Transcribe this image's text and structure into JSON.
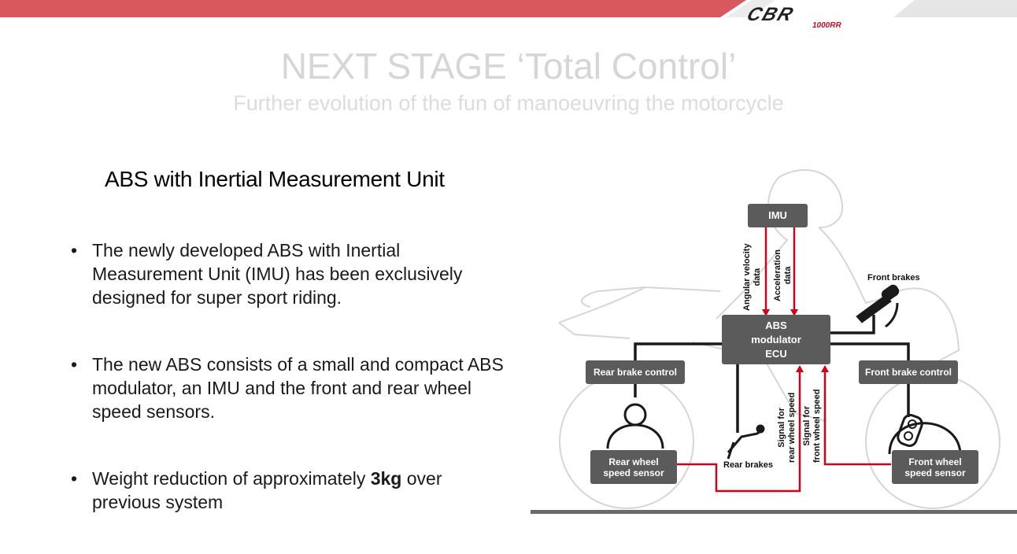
{
  "brand": {
    "logo_text": "CBR",
    "logo_subtext": "1000RR",
    "colors": {
      "bar_red": "#d9585e",
      "bar_grey": "#e6e6e6"
    }
  },
  "title": "NEXT STAGE ‘Total Control’",
  "subtitle": "Further evolution of the fun of manoeuvring the motorcycle",
  "section_heading": "ABS with Inertial Measurement Unit",
  "bullets": [
    "The newly developed ABS with Inertial Measurement Unit (IMU) has been exclusively designed for super sport riding.",
    "The new ABS consists of a small and compact ABS modulator, an IMU and the front and rear wheel speed sensors.",
    {
      "pre": "Weight reduction of approximately ",
      "bold": "3kg",
      "post": " over previous system"
    }
  ],
  "diagram": {
    "imu": "IMU",
    "abs_line1": "ABS",
    "abs_line2": "modulator",
    "abs_line3": "ECU",
    "rear_brake_control": "Rear brake control",
    "front_brake_control": "Front brake control",
    "rear_sensor_line1": "Rear wheel",
    "rear_sensor_line2": "speed sensor",
    "front_sensor_line1": "Front wheel",
    "front_sensor_line2": "speed sensor",
    "front_brakes": "Front brakes",
    "rear_brakes": "Rear brakes",
    "angular_line1": "Angular velocity",
    "angular_line2": "data",
    "accel_line1": "Acceleration",
    "accel_line2": "data",
    "rear_signal_line1": "Signal for",
    "rear_signal_line2": "rear wheel speed",
    "front_signal_line1": "Signal for",
    "front_signal_line2": "front wheel speed",
    "colors": {
      "signal": "#d0021b",
      "box": "#5b5b5b",
      "wire": "#1a1a1a",
      "outline": "#d4d4d4"
    }
  }
}
